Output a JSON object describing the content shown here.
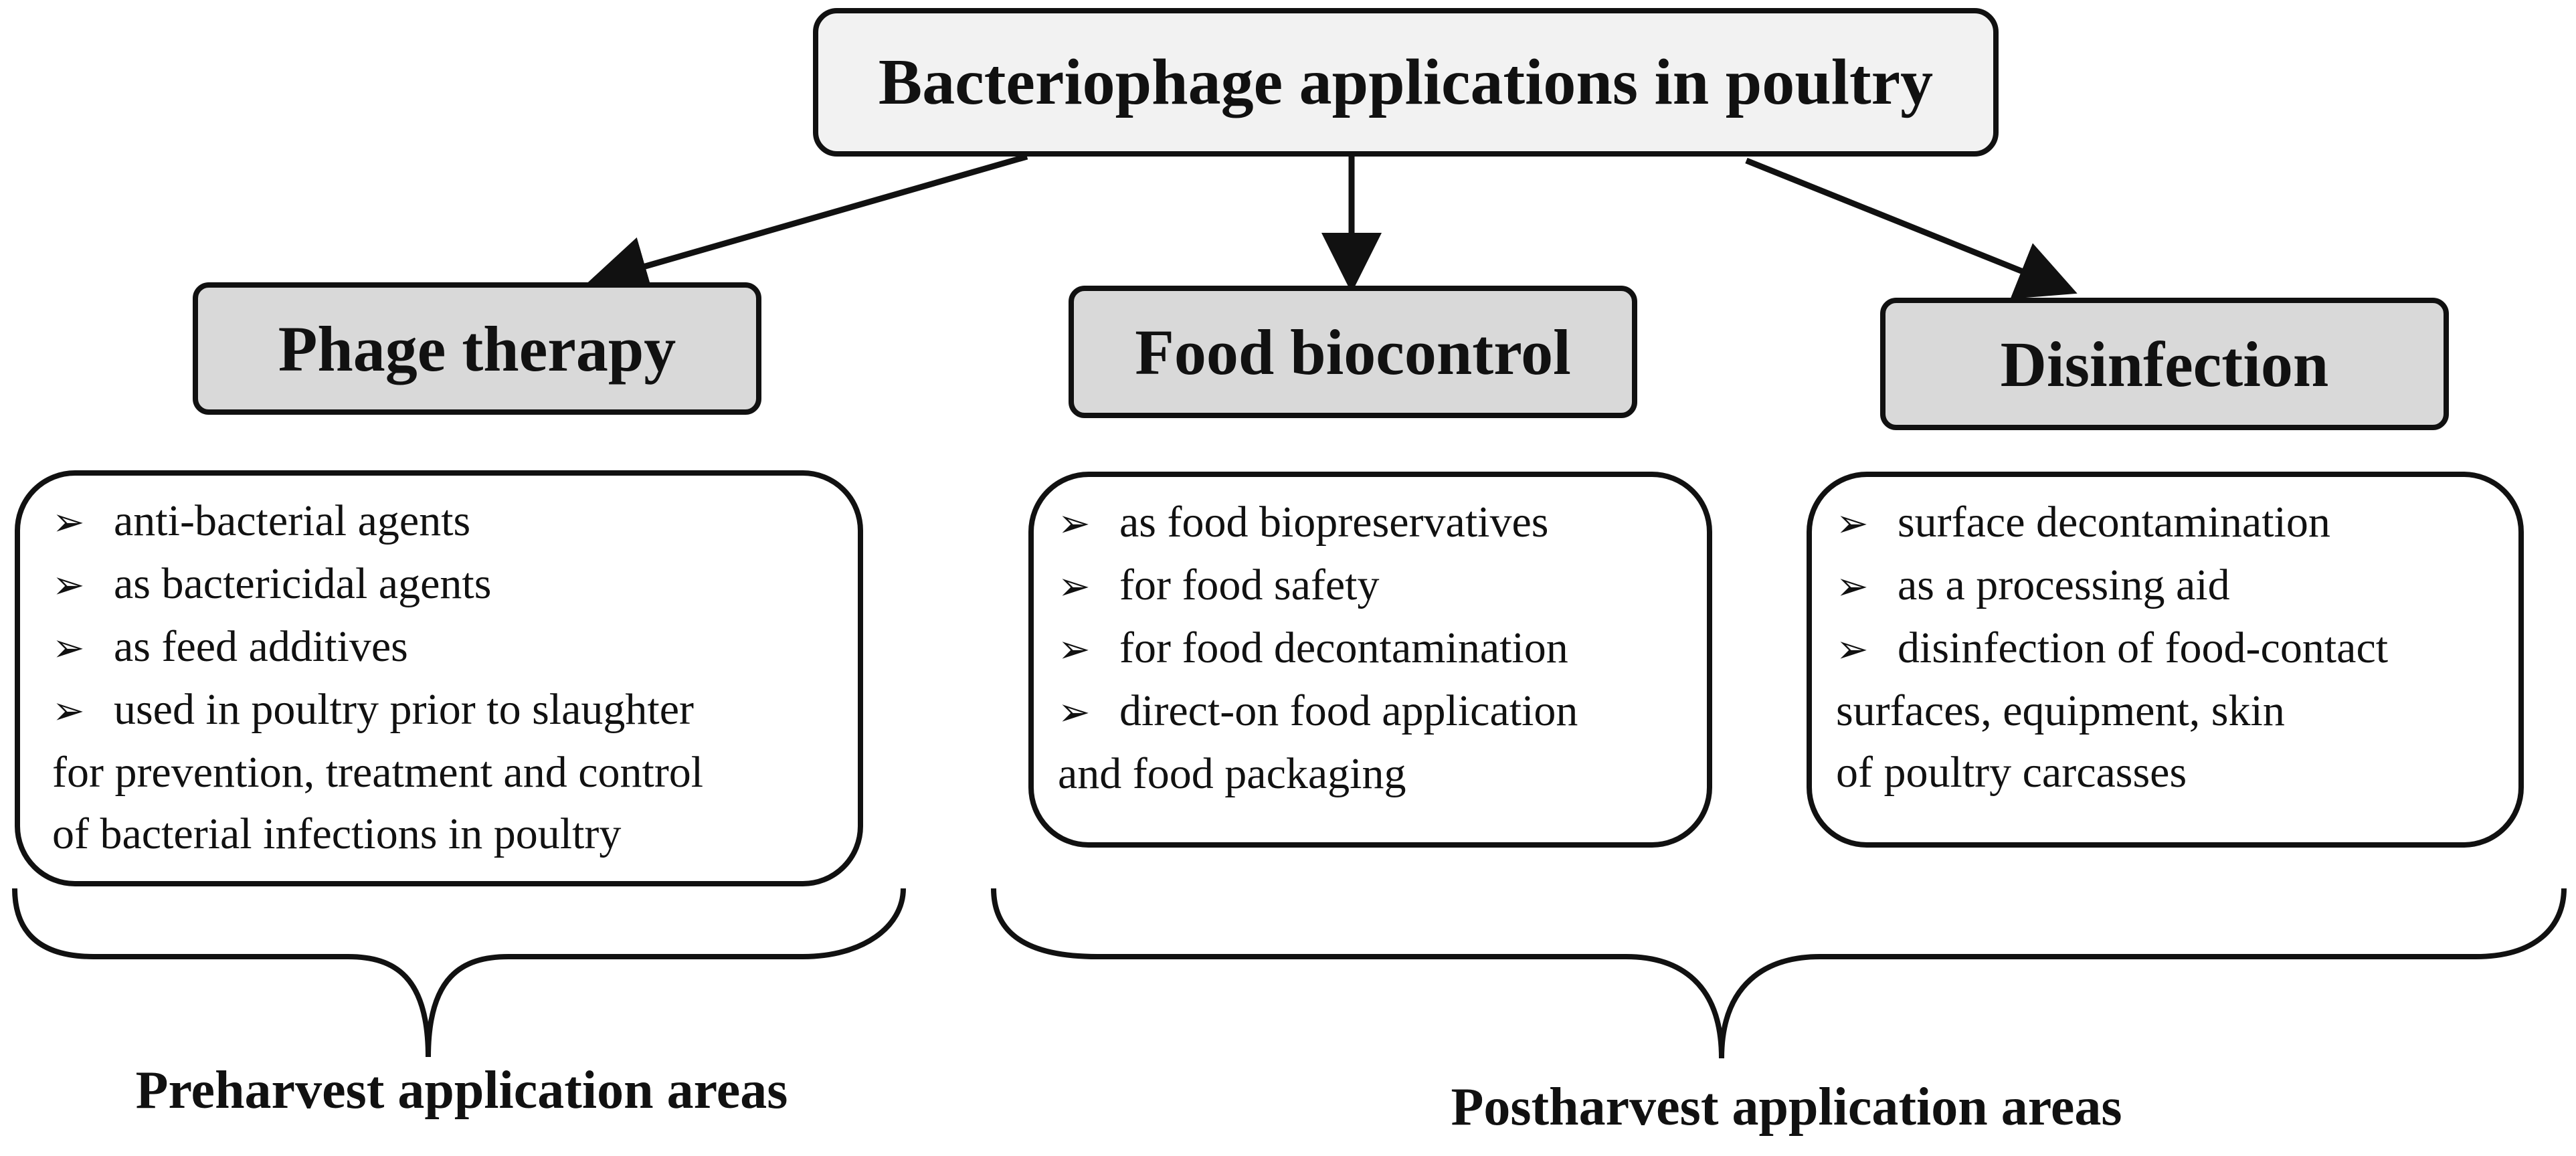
{
  "root": {
    "title": "Bacteriophage applications in poultry"
  },
  "categories": [
    {
      "title": "Phage therapy",
      "lines": [
        {
          "bullet": true,
          "text": "anti-bacterial agents"
        },
        {
          "bullet": true,
          "text": "as bactericidal agents"
        },
        {
          "bullet": true,
          "text": "as feed additives"
        },
        {
          "bullet": true,
          "text": "used in poultry prior to slaughter"
        },
        {
          "bullet": false,
          "text": "for prevention, treatment and control"
        },
        {
          "bullet": false,
          "text": "of bacterial infections in poultry"
        }
      ]
    },
    {
      "title": "Food biocontrol",
      "lines": [
        {
          "bullet": true,
          "text": "as food biopreservatives"
        },
        {
          "bullet": true,
          "text": "for food safety"
        },
        {
          "bullet": true,
          "text": "for food decontamination"
        },
        {
          "bullet": true,
          "text": "direct-on food application"
        },
        {
          "bullet": false,
          "text": "and food packaging"
        }
      ]
    },
    {
      "title": "Disinfection",
      "lines": [
        {
          "bullet": true,
          "text": "surface decontamination"
        },
        {
          "bullet": true,
          "text": "as a processing aid"
        },
        {
          "bullet": true,
          "text": "disinfection of food-contact"
        },
        {
          "bullet": false,
          "text": "surfaces, equipment, skin"
        },
        {
          "bullet": false,
          "text": "of poultry carcasses"
        }
      ]
    }
  ],
  "bullet_glyph": "➢",
  "areas": {
    "preharvest": "Preharvest application areas",
    "postharvest": "Postharvest application areas"
  },
  "colors": {
    "stroke": "#111111",
    "root_fill": "#f2f2f2",
    "category_fill": "#d9d9d9"
  }
}
